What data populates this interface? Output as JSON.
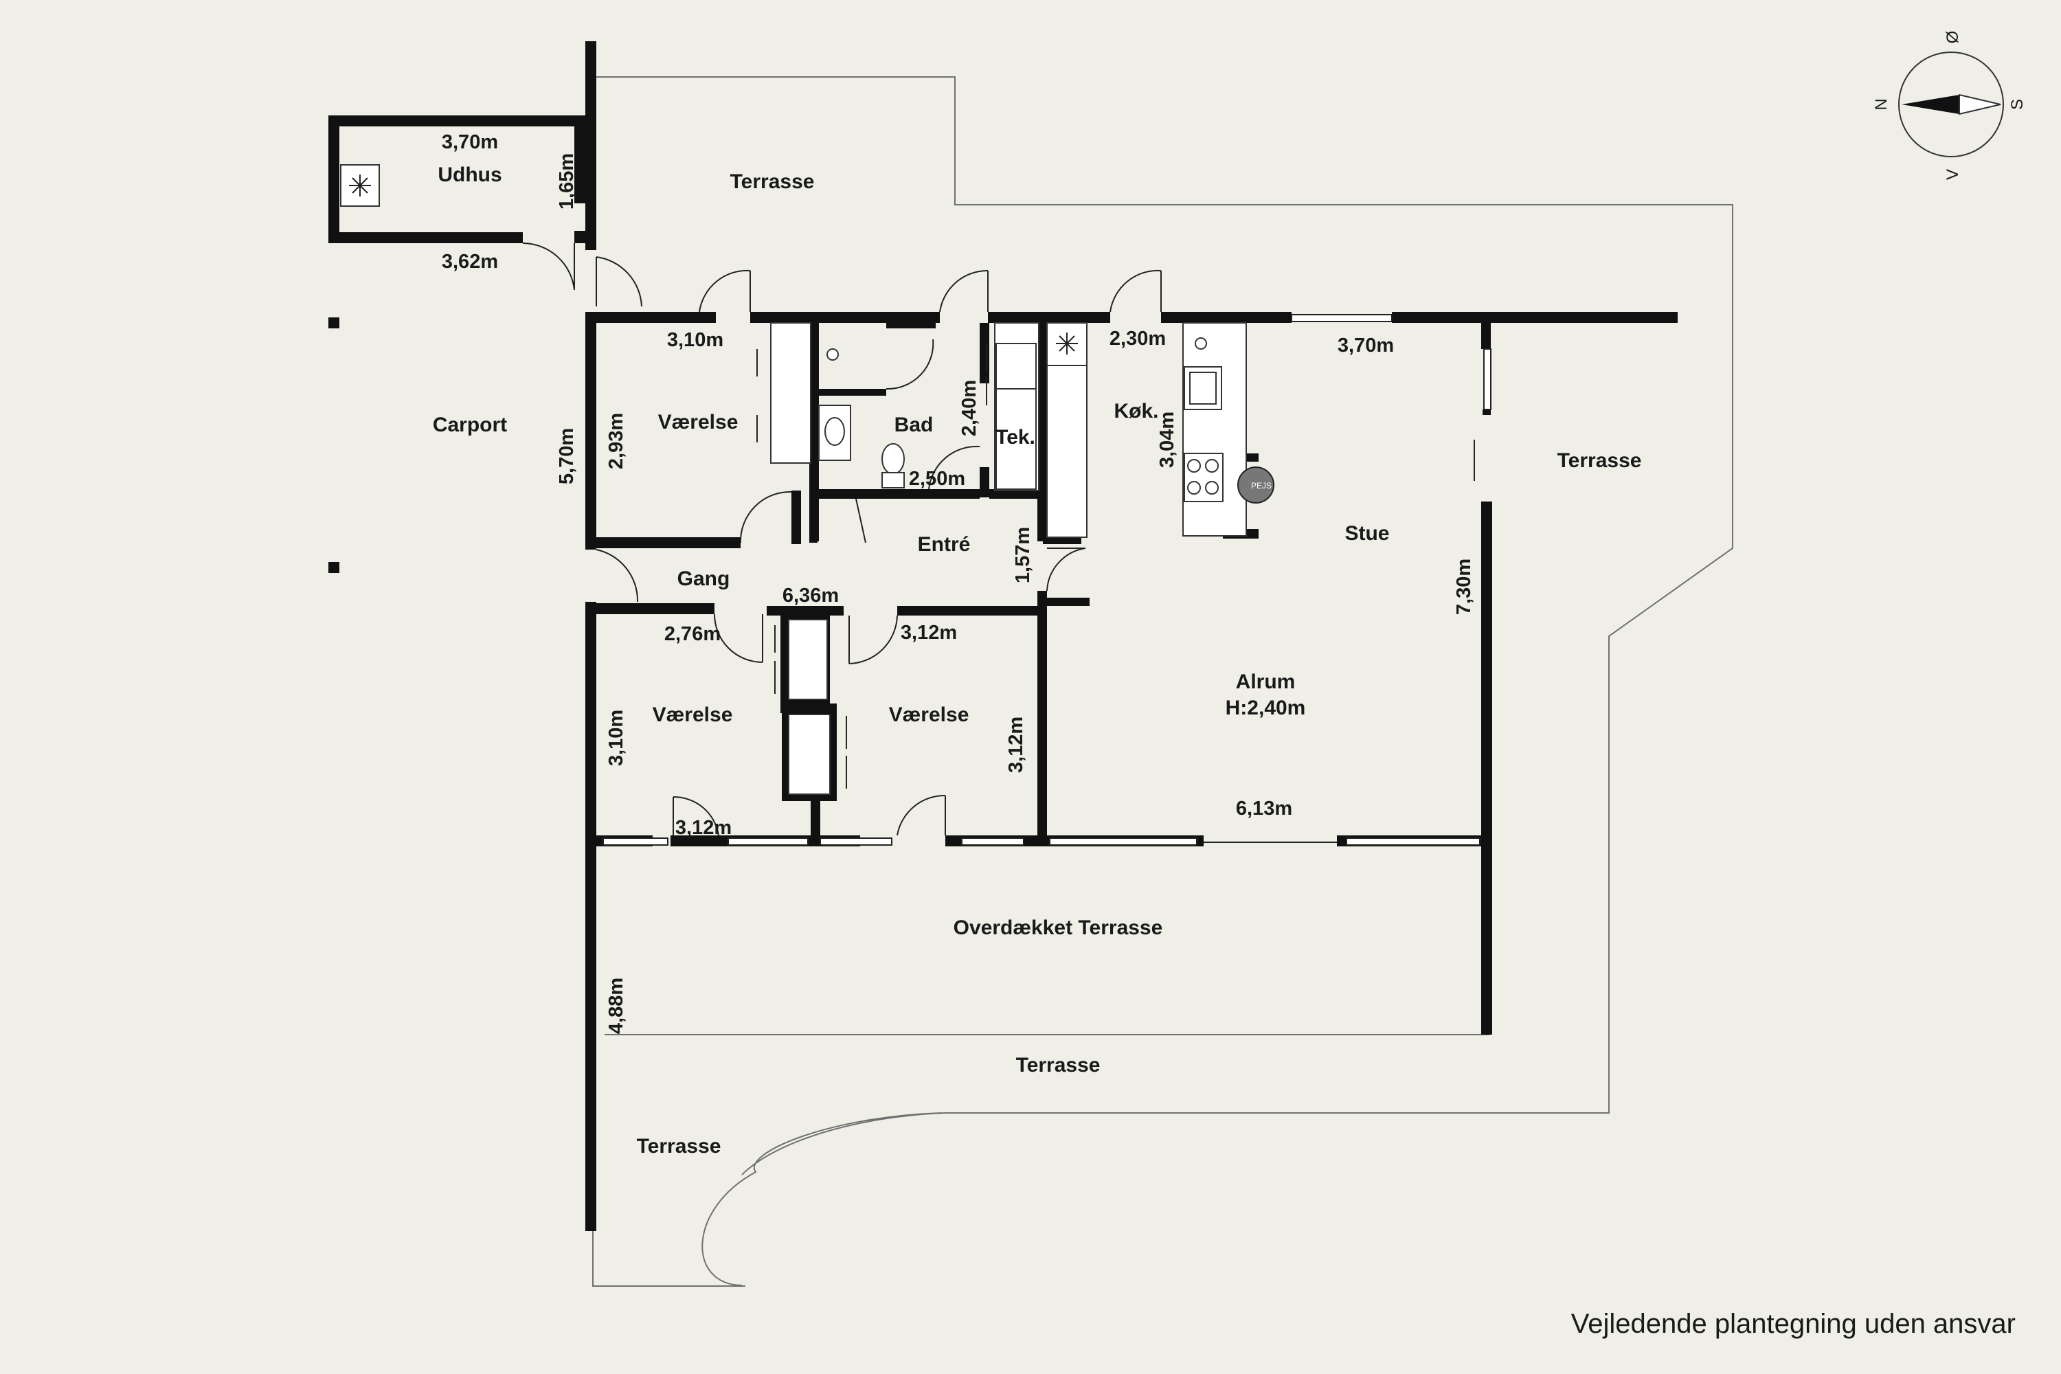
{
  "rooms": {
    "udhus": "Udhus",
    "terrasse_top": "Terrasse",
    "carport": "Carport",
    "vaerelse_1": "Værelse",
    "bad": "Bad",
    "tek": "Tek.",
    "kok": "Køk.",
    "terrasse_right": "Terrasse",
    "entre": "Entré",
    "stue": "Stue",
    "gang": "Gang",
    "vaerelse_2": "Værelse",
    "vaerelse_3": "Værelse",
    "alrum": "Alrum",
    "alrum_height": "H:2,40m",
    "overdaekket": "Overdækket Terrasse",
    "terrasse_bottom": "Terrasse",
    "terrasse_left": "Terrasse"
  },
  "dimensions": {
    "udhus_width_top": "3,70m",
    "udhus_depth": "1,65m",
    "udhus_width_bottom": "3,62m",
    "vaerelse1_width": "3,10m",
    "vaerelse1_depth": "2,93m",
    "house_depth_left": "5,70m",
    "bad_depth": "2,40m",
    "bad_width": "2,50m",
    "kok_width": "2,30m",
    "kok_depth": "3,04m",
    "stue_width": "3,70m",
    "entre_depth": "1,57m",
    "gang_length": "6,36m",
    "vaerelse2_width": "2,76m",
    "vaerelse3_width": "3,12m",
    "stue_depth": "7,30m",
    "vaerelse2_depth": "3,10m",
    "vaerelse3_depth": "3,12m",
    "vaerelse2_window": "3,12m",
    "alrum_width": "6,13m",
    "terrace_depth": "4,88m"
  },
  "compass": {
    "n": "N",
    "o": "Ø",
    "s": "S",
    "v": "V"
  },
  "kitchen_fireplace": "PEJS",
  "disclaimer": "Vejledende plantegning uden ansvar",
  "colors": {
    "background": "#f0efe7",
    "wall": "#111111",
    "outline": "#707070"
  }
}
